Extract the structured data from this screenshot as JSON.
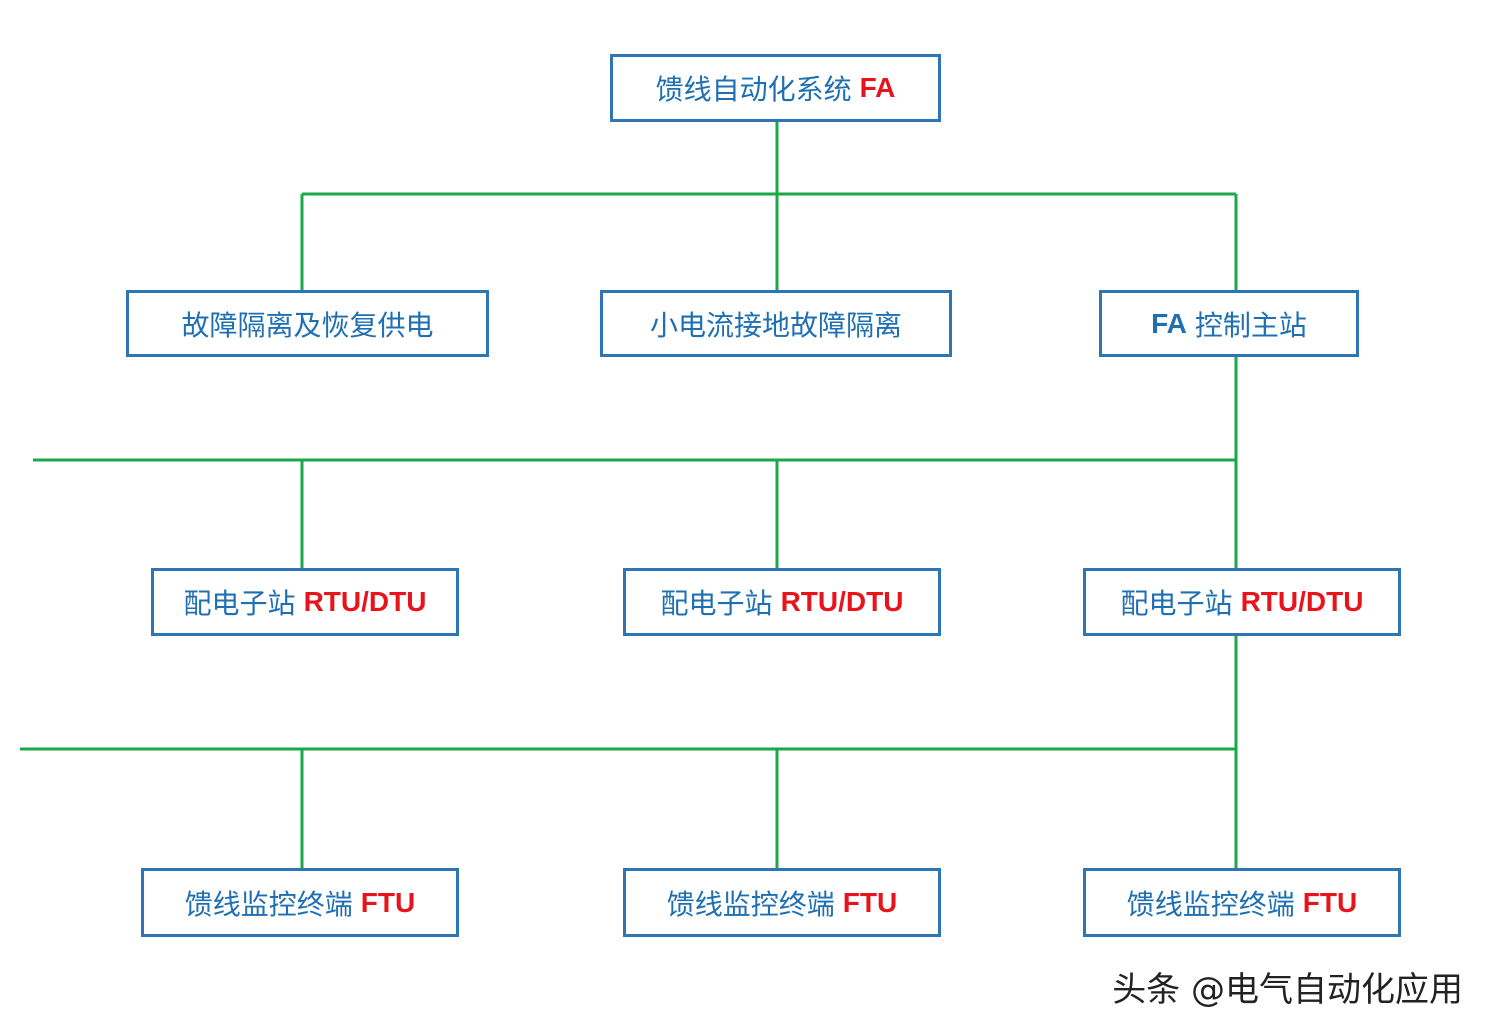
{
  "nodes": {
    "root": {
      "text": "馈线自动化系统",
      "suffix": "FA"
    },
    "fault_isolation": {
      "text": "故障隔离及恢复供电"
    },
    "small_current": {
      "text": "小电流接地故障隔离"
    },
    "master": {
      "prefix": "FA",
      "text": "控制主站"
    },
    "substation_1": {
      "text": "配电子站",
      "suffix": "RTU/DTU"
    },
    "substation_2": {
      "text": "配电子站",
      "suffix": "RTU/DTU"
    },
    "substation_3": {
      "text": "配电子站",
      "suffix": "RTU/DTU"
    },
    "terminal_1": {
      "text": "馈线监控终端",
      "suffix": "FTU"
    },
    "terminal_2": {
      "text": "馈线监控终端",
      "suffix": "FTU"
    },
    "terminal_3": {
      "text": "馈线监控终端",
      "suffix": "FTU"
    }
  },
  "watermark": "头条 @电气自动化应用",
  "colors": {
    "box_border": "#2e75b6",
    "text": "#1f6fb3",
    "highlight": "#e8141c",
    "connector": "#1aa84a"
  }
}
